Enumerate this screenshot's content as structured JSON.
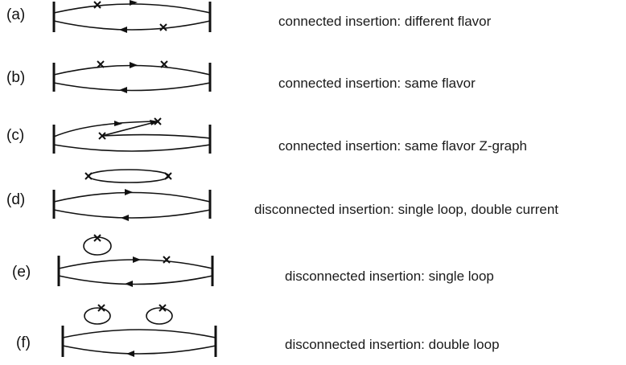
{
  "rows": [
    {
      "label": "(a)",
      "description": "connected insertion: different flavor"
    },
    {
      "label": "(b)",
      "description": "connected insertion: same flavor"
    },
    {
      "label": "(c)",
      "description": "connected insertion: same flavor Z-graph"
    },
    {
      "label": "(d)",
      "description": "disconnected insertion: single loop, double current"
    },
    {
      "label": "(e)",
      "description": "disconnected insertion:  single loop"
    },
    {
      "label": "(f)",
      "description": "disconnected insertion:  double loop"
    }
  ]
}
